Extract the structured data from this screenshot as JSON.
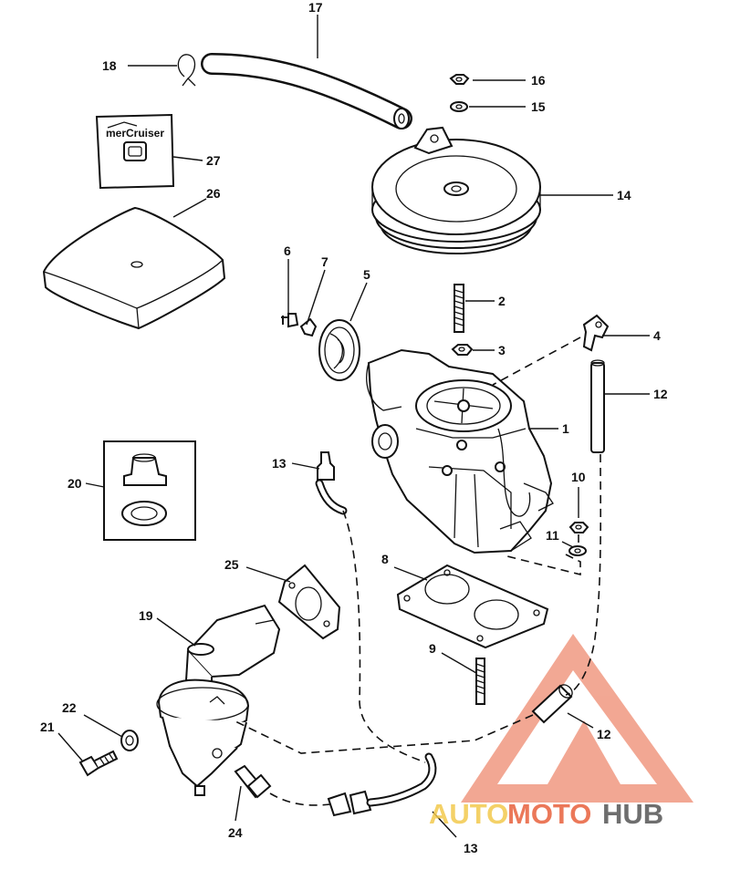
{
  "diagram": {
    "labels": {
      "l1": "1",
      "l2": "2",
      "l3": "3",
      "l4": "4",
      "l5": "5",
      "l6": "6",
      "l7": "7",
      "l8": "8",
      "l9": "9",
      "l10": "10",
      "l11": "11",
      "l12a": "12",
      "l12b": "12",
      "l13a": "13",
      "l13b": "13",
      "l14": "14",
      "l15": "15",
      "l16": "16",
      "l17": "17",
      "l18": "18",
      "l19": "19",
      "l20": "20",
      "l21": "21",
      "l22": "22",
      "l24": "24",
      "l25": "25",
      "l26": "26",
      "l27": "27"
    },
    "decal_text": "merCruiser"
  },
  "watermark": {
    "auto": "AUTO",
    "moto": "MOTO",
    "hub": "HUB",
    "colors": {
      "auto": "#f2c94c",
      "moto": "#e8603c",
      "hub": "#555555",
      "triangle": "#e8603c"
    }
  }
}
